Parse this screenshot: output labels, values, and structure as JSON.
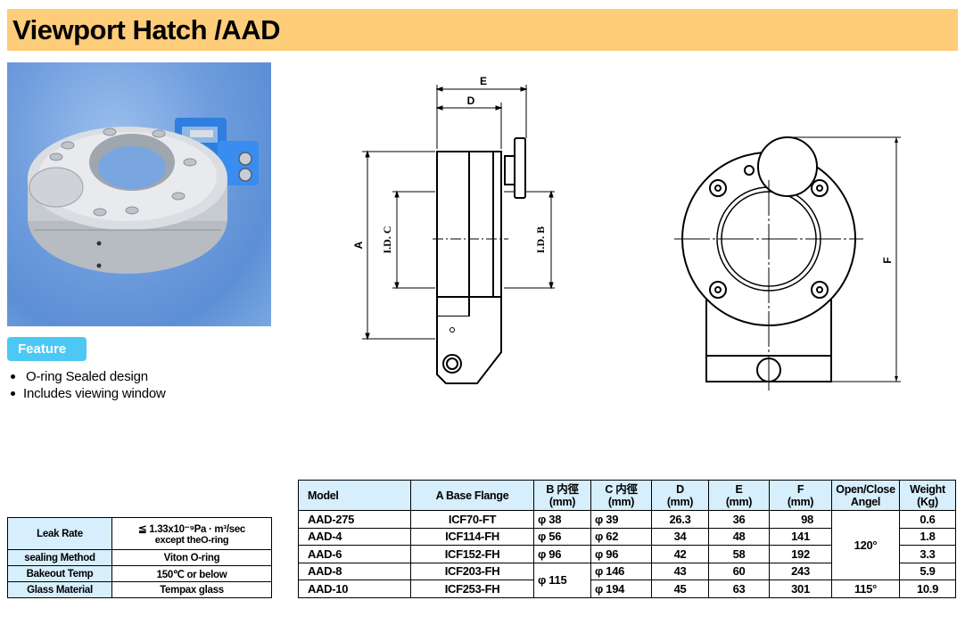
{
  "header": {
    "title": "Viewport Hatch /AAD",
    "background_color": "#fecd7a"
  },
  "photo": {
    "alt": "Stainless steel viewport hatch with blue hinge bracket",
    "background_color": "#6f9ddd"
  },
  "feature": {
    "badge_label": "Feature",
    "badge_color": "#4cc8f4",
    "items": [
      "O-ring Sealed design",
      "Includes viewing window"
    ]
  },
  "side_drawing": {
    "labels": {
      "E": "E",
      "D": "D",
      "A": "A",
      "ID_C": "I.D. C",
      "ID_B": "I.D. B"
    }
  },
  "front_drawing": {
    "labels": {
      "F": "F"
    }
  },
  "specs": {
    "rows": [
      {
        "label": "Leak Rate",
        "value": "≦ 1.33x10⁻⁹Pa · m³/sec",
        "value_note": "except theO-ring"
      },
      {
        "label": "sealing Method",
        "value": "Viton O-ring"
      },
      {
        "label": "Bakeout Temp",
        "value": "150℃ or below"
      },
      {
        "label": "Glass  Material",
        "value": "Tempax glass"
      }
    ]
  },
  "models_table": {
    "headers": [
      {
        "line1": "Model",
        "line2": ""
      },
      {
        "line1": "A Base Flange",
        "line2": ""
      },
      {
        "line1": "B 内徑",
        "line2": "(mm)"
      },
      {
        "line1": "C 内徑",
        "line2": "(mm)"
      },
      {
        "line1": "D",
        "line2": "(mm)"
      },
      {
        "line1": "E",
        "line2": "(mm)"
      },
      {
        "line1": "F",
        "line2": "(mm)"
      },
      {
        "line1": "Open/Close",
        "line2": "Angel"
      },
      {
        "line1": "Weight",
        "line2": "(Kg)"
      }
    ],
    "rows": [
      {
        "model": "AAD-275",
        "flange": "ICF70-FT",
        "b": "φ 38",
        "c": "φ 39",
        "d": "26.3",
        "e": "36",
        "f": "98",
        "weight": "0.6"
      },
      {
        "model": "AAD-4",
        "flange": "ICF114-FH",
        "b": "φ 56",
        "c": "φ 62",
        "d": "34",
        "e": "48",
        "f": "141",
        "weight": "1.8"
      },
      {
        "model": "AAD-6",
        "flange": "ICF152-FH",
        "b": "φ 96",
        "c": "φ 96",
        "d": "42",
        "e": "58",
        "f": "192",
        "weight": "3.3"
      },
      {
        "model": "AAD-8",
        "flange": "ICF203-FH",
        "c": "φ 146",
        "d": "43",
        "e": "60",
        "f": "243",
        "weight": "5.9"
      },
      {
        "model": "AAD-10",
        "flange": "ICF253-FH",
        "c": "φ 194",
        "d": "45",
        "e": "63",
        "f": "301",
        "angle": "115°",
        "weight": "10.9"
      }
    ],
    "merged": {
      "b_rows_4_5": "φ 115",
      "angle_rows_1_4": "120°"
    }
  }
}
